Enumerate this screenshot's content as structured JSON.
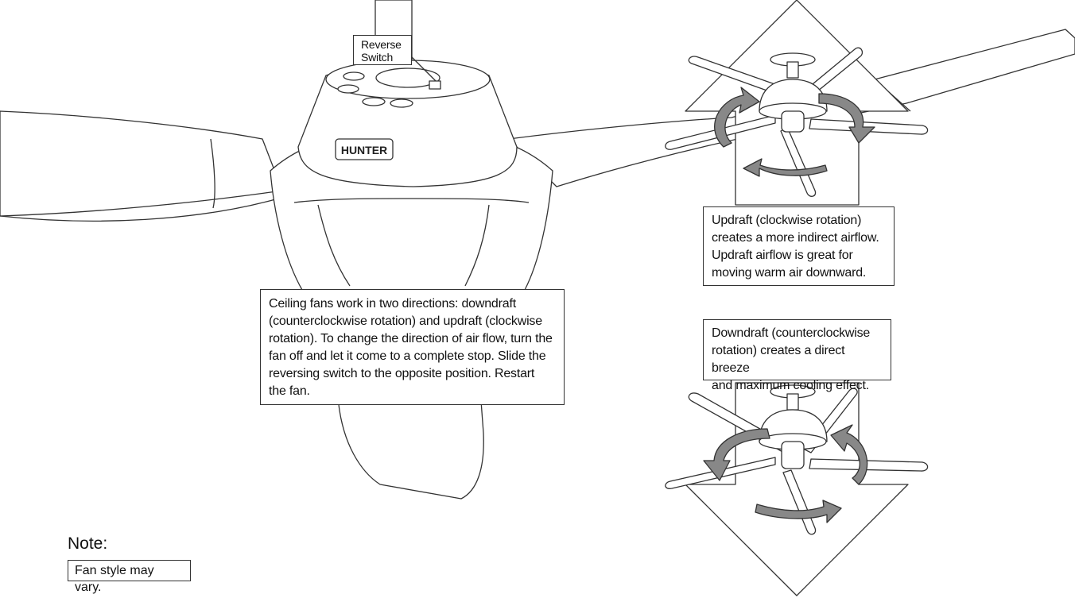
{
  "callouts": {
    "reverse_switch": "Reverse\nSwitch",
    "main_instructions": "Ceiling fans work in two directions: downdraft\n(counterclockwise rotation) and updraft (clockwise\nrotation). To change the direction of air flow, turn the\nfan off and let it come to a complete stop. Slide the\nreversing switch to the opposite position. Restart\nthe fan.",
    "updraft": "Updraft (clockwise rotation)\ncreates a more indirect airflow.\nUpdraft airflow is great for\nmoving warm air downward.",
    "downdraft": "Downdraft (counterclockwise\nrotation) creates a direct breeze\nand maximum cooling effect."
  },
  "brand_label": "HUNTER",
  "note": {
    "heading": "Note:",
    "text": "Fan style may vary."
  },
  "colors": {
    "line": "#333333",
    "fill": "#ffffff",
    "arrow_fill": "#888888"
  }
}
